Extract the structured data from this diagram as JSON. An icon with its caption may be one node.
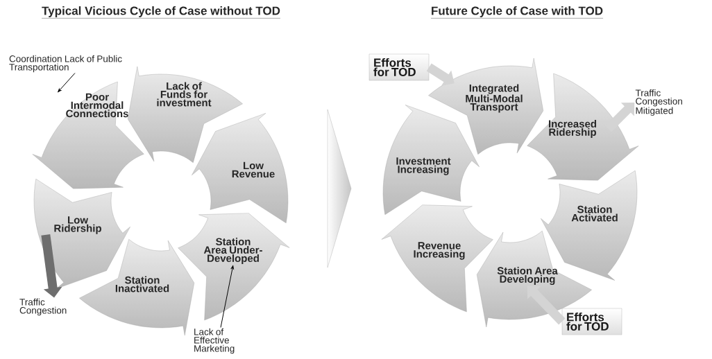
{
  "diagram": {
    "labels": [
      "Typical Vicious Cycle of Case without TOD",
      "Future Cycle of Case with TOD"
    ],
    "nodes": [
      {
        "text": [
          "Coordination Lack of Public Transportation"
        ]
      },
      {
        "text": [
          "Poor Intermodal Connections"
        ]
      },
      {
        "text": [
          "Lack of Funds for investment"
        ]
      },
      {
        "text": [
          "Low Revenue"
        ]
      },
      {
        "text": [
          "Low Ridership"
        ]
      },
      {
        "text": [
          "Station Inactivated"
        ]
      },
      {
        "text": [
          "Station Area Under-Developed"
        ]
      },
      {
        "text": [
          "Traffic Congestion"
        ]
      },
      {
        "text": [
          "Lack of Effective Marketing"
        ]
      },
      {
        "text": [
          "Efforts for TOD"
        ]
      },
      {
        "text": [
          "Integrated Multi-Modal Transport"
        ]
      },
      {
        "text": [
          "Increased Ridership"
        ]
      },
      {
        "text": [
          "Traffic Congestion Mitigated"
        ]
      },
      {
        "text": [
          "Investment Increasing"
        ]
      },
      {
        "text": [
          "Station Activated"
        ]
      },
      {
        "text": [
          "Revenue Increasing"
        ]
      },
      {
        "text": [
          "Station Area Developing"
        ]
      },
      {
        "text": [
          "Efforts for TOD"
        ]
      }
    ],
    "edges": [
      {
        "from": 0,
        "to": 1,
        "arrow": "to",
        "color": "#000000"
      },
      {
        "from": 4,
        "to": 7,
        "arrow": "to",
        "color": "#6e6e6e"
      },
      {
        "from": 8,
        "to": 6,
        "arrow": "to",
        "color": "#000000"
      },
      {
        "from": 9,
        "to": 10,
        "arrow": "to",
        "color": "#d4d4d4"
      },
      {
        "from": 11,
        "to": 12,
        "arrow": "to",
        "color": "#d4d4d4"
      },
      {
        "from": 17,
        "to": 16,
        "arrow": "to",
        "color": "#d4d4d4"
      }
    ]
  }
}
